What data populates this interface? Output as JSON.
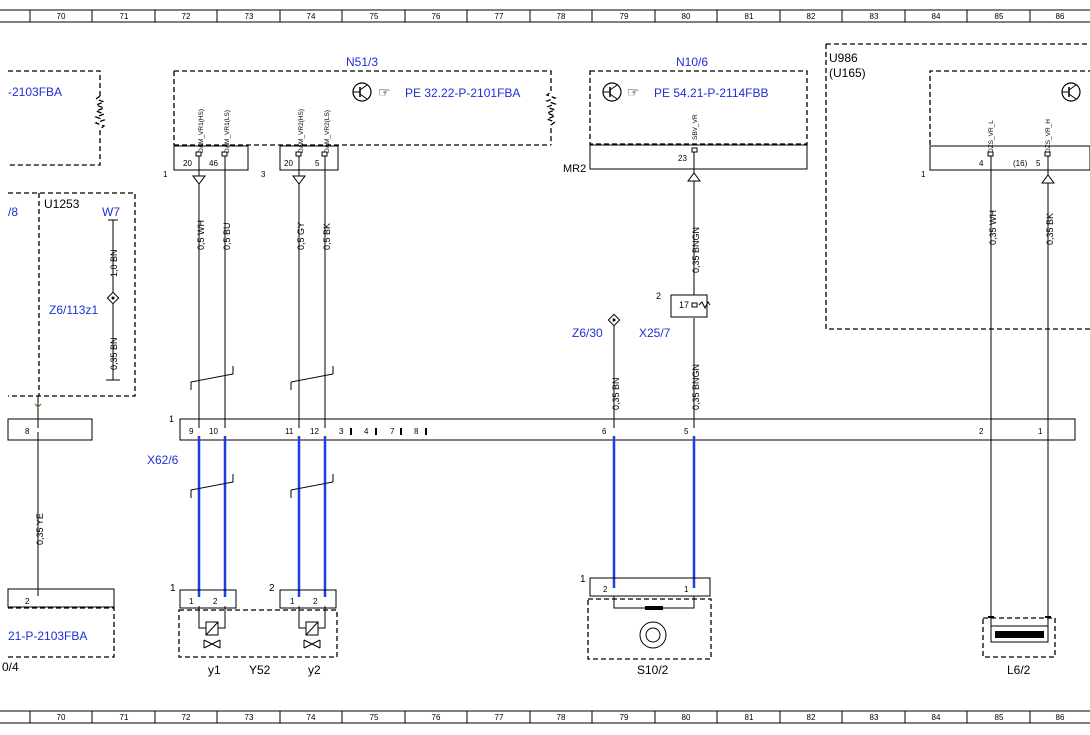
{
  "ruler": {
    "cols": [
      "70",
      "71",
      "72",
      "73",
      "74",
      "75",
      "76",
      "77",
      "78",
      "79",
      "80",
      "81",
      "82",
      "83",
      "84",
      "85",
      "86"
    ]
  },
  "components": {
    "n513": {
      "label": "N51/3",
      "ref": "PE 32.22-P-2101FBA"
    },
    "n106": {
      "label": "N10/6",
      "ref": "PE 54.21-P-2114FBB",
      "mr": "MR2"
    },
    "u986": {
      "label": "U986",
      "sub": "(U165)"
    },
    "left_top_ref": "-2103FBA",
    "left_bottom_ref": "21-P-2103FBA",
    "u1253": "U1253",
    "w7": "W7",
    "z6_113z1": "Z6/113z1",
    "z6_30": "Z6/30",
    "x25_7": "X25/7",
    "x62_6": "X62/6",
    "y52": "Y52",
    "y1": "y1",
    "y2": "y2",
    "s10_2": "S10/2",
    "l6_2": "L6/2",
    "frag_8": "/8",
    "frag_4": "0/4"
  },
  "pin_labels": {
    "n513": [
      "DAM_VR1(HS)",
      "DAM_VR1(LS)",
      "DAM_VR2(HS)",
      "DAM_VR2(LS)"
    ],
    "n106": "SBV_VR",
    "u986": [
      "DZS_VR_L",
      "DZS_VR_H"
    ]
  },
  "wires": {
    "w1": "0,5 WH",
    "w2": "0,5 BU",
    "w3": "0,5 GY",
    "w4": "0,5 BK",
    "w5": "0,35 BNGN",
    "w6": "0,35 BNGN",
    "w7": "0,35 BN",
    "w8": "0,35 WH",
    "w9": "0,35 BK",
    "w10": "1,0 BN",
    "w11": "0,35 BN",
    "w12": "0,35 YE"
  },
  "pins": {
    "n513": [
      "20",
      "46",
      "20",
      "5"
    ],
    "n106": "23",
    "u986": [
      "4",
      "(16)",
      "5"
    ],
    "x25": "17",
    "x62": [
      "9",
      "10",
      "11",
      "12",
      "3",
      "4",
      "7",
      "8",
      "6",
      "5",
      "2",
      "1",
      "8"
    ],
    "y52": [
      "1",
      "2",
      "1",
      "2"
    ],
    "s10": [
      "2",
      "1"
    ],
    "bottom_left": "2"
  },
  "connectors": {
    "c1": "1",
    "c3": "3",
    "c_u986": "1",
    "c_x25": "2",
    "c_x62": "1",
    "c_y1": "1",
    "c_y2": "2",
    "c_s10": "1"
  }
}
